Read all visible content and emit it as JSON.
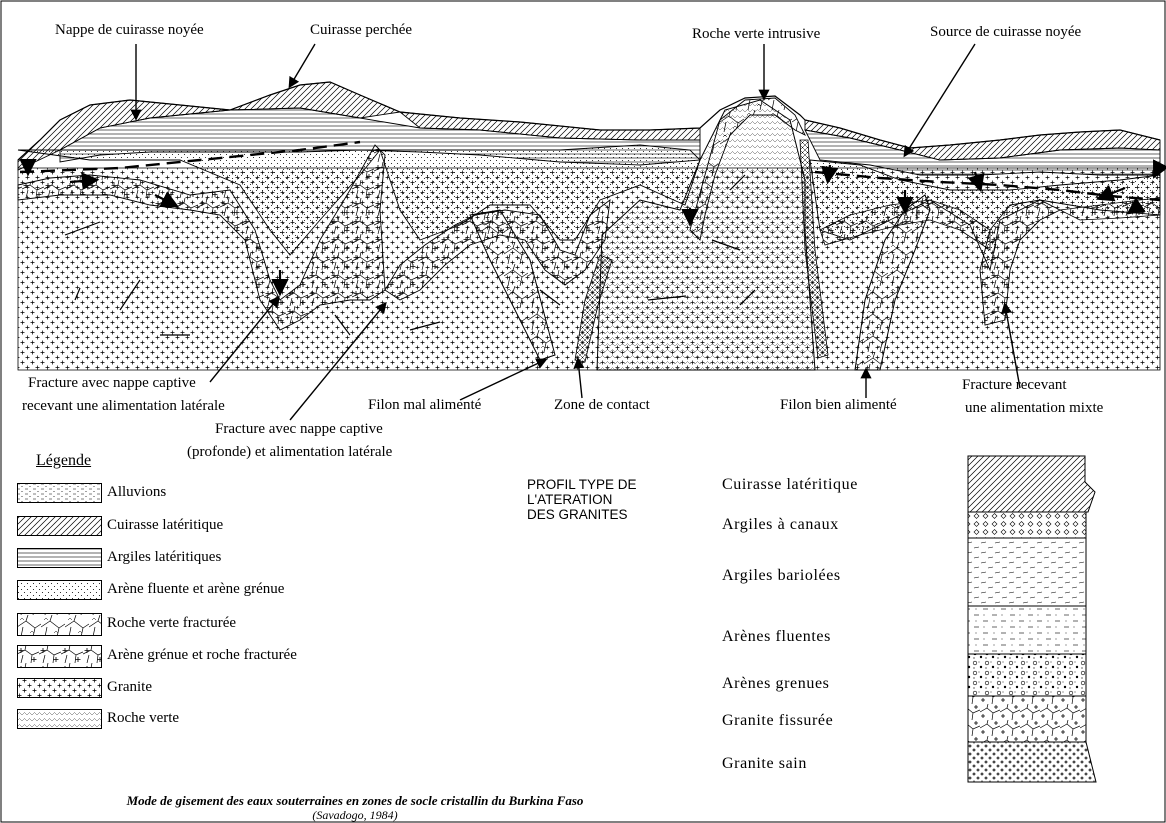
{
  "annotations": {
    "nappe_cuirasse_noyee": "Nappe de cuirasse noyée",
    "cuirasse_perchee": "Cuirasse perchée",
    "roche_verte_intrusive": "Roche verte intrusive",
    "source_cuirasse_noyee": "Source de cuirasse noyée",
    "fracture_laterale_1": "Fracture avec nappe captive",
    "fracture_laterale_2": "recevant une alimentation latérale",
    "filon_mal": "Filon mal alimenté",
    "zone_contact": "Zone de contact",
    "filon_bien": "Filon bien alimenté",
    "fracture_mixte_1": "Fracture recevant",
    "fracture_mixte_2": "une alimentation mixte",
    "fracture_profonde_1": "Fracture avec nappe captive",
    "fracture_profonde_2": "(profonde) et alimentation latérale"
  },
  "legend": {
    "title": "Légende",
    "items": [
      {
        "label": "Alluvions",
        "pattern": "alluvions"
      },
      {
        "label": "Cuirasse latéritique",
        "pattern": "cuirasse"
      },
      {
        "label": "Argiles latéritiques",
        "pattern": "argiles"
      },
      {
        "label": "Arène fluente et arène grénue",
        "pattern": "arene"
      },
      {
        "label": "Roche verte fracturée",
        "pattern": "rvfrac"
      },
      {
        "label": "Arène grénue et roche fracturée",
        "pattern": "arenefrac"
      },
      {
        "label": "Granite",
        "pattern": "granite"
      },
      {
        "label": "Roche verte",
        "pattern": "rocheverte"
      }
    ]
  },
  "profile": {
    "title_lines": [
      "PROFIL TYPE DE",
      "L'ATERATION",
      "DES GRANITES"
    ],
    "layers": [
      "Cuirasse latéritique",
      "Argiles à canaux",
      "Argiles bariolées",
      "Arènes fluentes",
      "Arènes grenues",
      "Granite fissurée",
      "Granite sain"
    ]
  },
  "caption": {
    "title": "Mode de gisement des eaux souterraines en zones de socle cristallin du Burkina Faso",
    "source": "(Savadogo, 1984)"
  }
}
